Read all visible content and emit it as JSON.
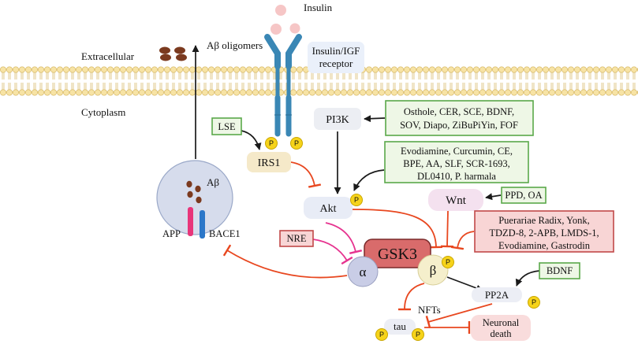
{
  "labels": {
    "insulin": "Insulin",
    "receptor": [
      "Insulin/IGF",
      "receptor"
    ],
    "extracellular": "Extracellular",
    "cytoplasm": "Cytoplasm",
    "abeta_oligomers": "Aβ oligomers",
    "abeta": "Aβ",
    "app": "APP",
    "bace1": "BACE1",
    "pi3k": "PI3K",
    "irs1": "IRS1",
    "akt": "Akt",
    "wnt": "Wnt",
    "gsk3": "GSK3",
    "alpha": "α",
    "beta": "β",
    "pp2a": "PP2A",
    "nfts": "NFTs",
    "tau": "tau",
    "neuronal_death": [
      "Neuronal",
      "death"
    ],
    "phospho": "P"
  },
  "modulators": {
    "lse": "LSE",
    "nre": "NRE",
    "ppd_oa": "PPD, OA",
    "bdnf": "BDNF",
    "pi3k_activators": [
      "Osthole, CER, SCE, BDNF,",
      "SOV, Diapo, ZiBuPiYin, FOF"
    ],
    "akt_activators": [
      "Evodiamine, Curcumin, CE,",
      "BPE, AA, SLF, SCR-1693,",
      "DL0410, P. harmala"
    ],
    "gsk3b_inhibitors": [
      "Puerariae Radix, Yonk,",
      "TDZD-8, 2-APB, LMDS-1,",
      "Evodiamine, Gastrodin"
    ]
  },
  "colors": {
    "activator_fill": "#eef7e6",
    "activator_border": "#5aa84a",
    "inhibitor_fill": "#f8d5d5",
    "inhibitor_border": "#c14949",
    "activation_line": "#1a1a1a",
    "inhibition_line": "#e8471f",
    "pink_inhibition_line": "#e6338f",
    "gsk3_fill": "#d96b6b",
    "gsk3_border": "#7a2a2a",
    "phospho_fill": "#f6d31a",
    "phospho_border": "#c9a600",
    "receptor": "#3a87b5",
    "membrane_head": "#f7e3a4",
    "membrane_tail": "#d4b45e",
    "abeta": "#7b3a1f",
    "app": "#e8357a",
    "bace1": "#2b77c9",
    "vesicle_fill": "#d6dcec",
    "alpha_fill": "#c9cde6",
    "beta_fill": "#f5efcc",
    "wnt_fill": "#f4e1ef",
    "irs1_fill": "#f5e9c9",
    "akt_fill": "#e8ecf6",
    "pi3k_fill": "#eceef3",
    "pp2a_fill": "#eceef5",
    "death_fill": "#f9dcdc",
    "receptor_box_fill": "#eaf0fa",
    "insulin_dot": "#f6c6c6"
  }
}
